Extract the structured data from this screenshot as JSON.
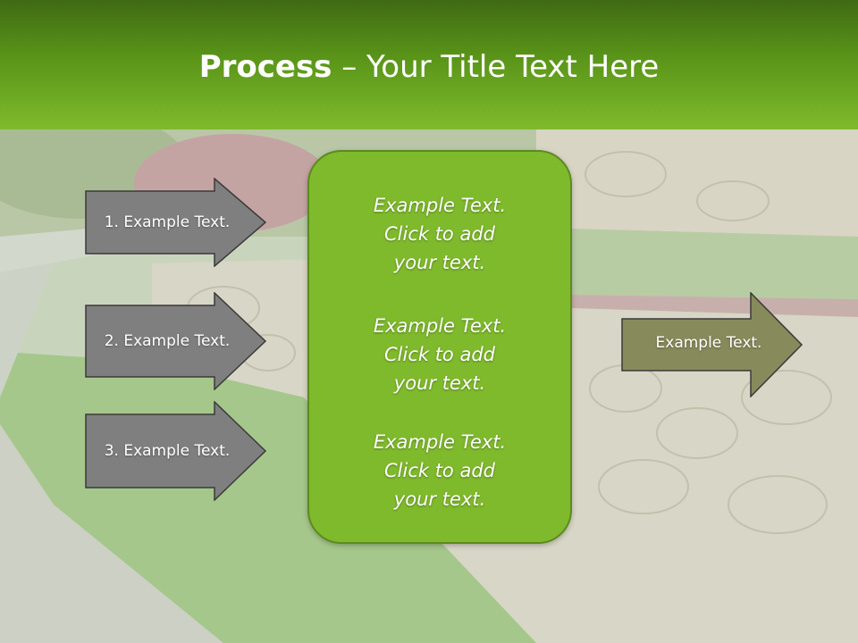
{
  "title": {
    "bold": "Process",
    "rest": " – Your Title Text Here"
  },
  "inputs": [
    {
      "label": "1. Example Text."
    },
    {
      "label": "2. Example Text."
    },
    {
      "label": "3. Example Text."
    }
  ],
  "center_box": {
    "paragraphs": [
      "Example Text.\nClick  to add\nyour text.",
      "Example Text.\nClick  to add\nyour text.",
      "Example Text.\nClick  to add\nyour text."
    ]
  },
  "output": {
    "label": "Example Text."
  },
  "colors": {
    "header_dark": "#3f6a14",
    "header_light": "#7fba2c",
    "input_arrow": "#7f7f7f",
    "center_box": "#7fba2c",
    "output_arrow": "#878a5b"
  }
}
